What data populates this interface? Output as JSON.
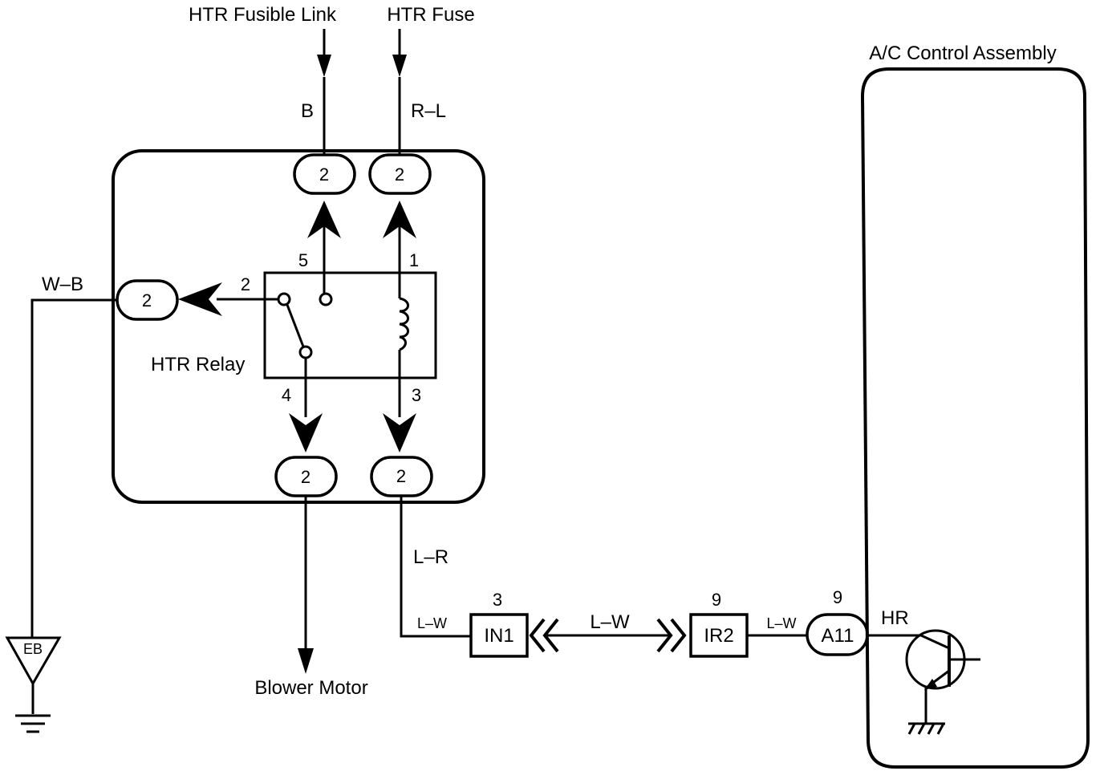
{
  "sources": {
    "fusible_link": "HTR Fusible Link",
    "fuse": "HTR Fuse"
  },
  "wires": {
    "b": "B",
    "r_l": "R–L",
    "w_b": "W–B",
    "l_r": "L–R",
    "l_w_left": "L–W",
    "l_w_mid": "L–W",
    "l_w_right": "L–W"
  },
  "relay_block": {
    "relay_label": "HTR Relay",
    "connector_top_left": "2",
    "connector_top_right": "2",
    "connector_left": "2",
    "connector_bottom_left": "2",
    "connector_bottom_right": "2",
    "pin_5": "5",
    "pin_1": "1",
    "pin_2": "2",
    "pin_4": "4",
    "pin_3": "3"
  },
  "connectors": {
    "in1_label": "IN1",
    "in1_pin": "3",
    "ir2_label": "IR2",
    "ir2_pin": "9",
    "a11_label": "A11",
    "a11_pin": "9"
  },
  "ground": {
    "eb_label": "EB"
  },
  "loads": {
    "blower_motor": "Blower Motor"
  },
  "ac_control": {
    "title": "A/C Control Assembly",
    "terminal": "HR"
  }
}
